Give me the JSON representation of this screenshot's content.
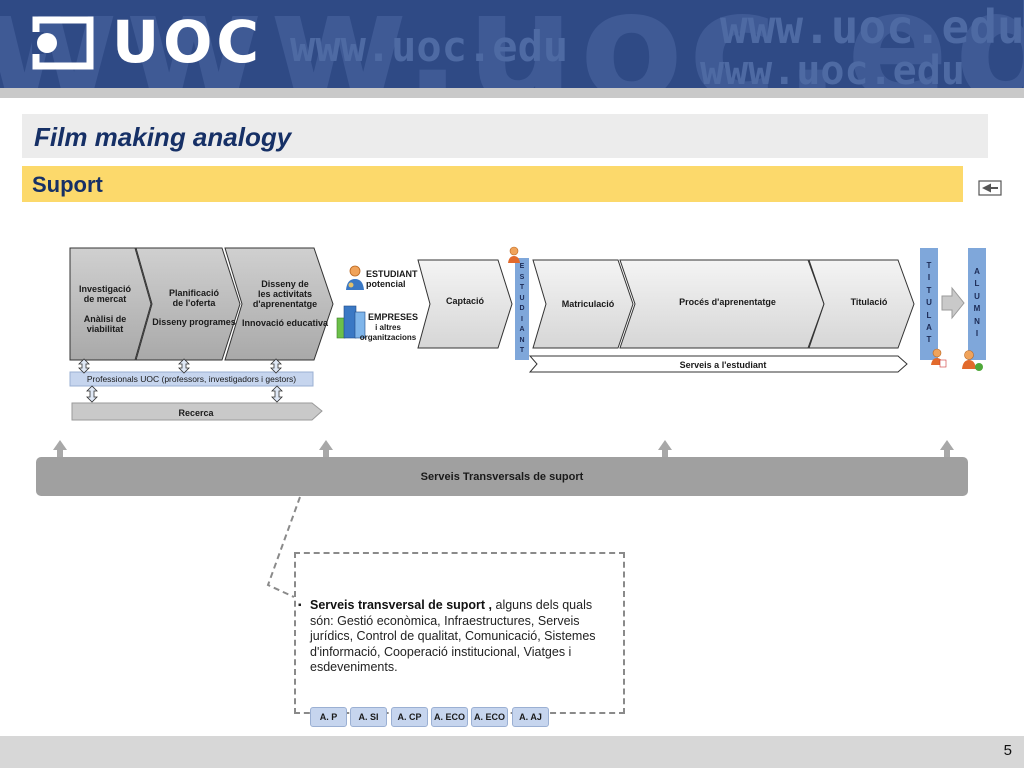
{
  "header": {
    "logo_text": "UOC",
    "url_text": "www.uoc.edu",
    "ghost_text": "www.uoc.edu"
  },
  "title": "Film making analogy",
  "subtitle": "Suport",
  "icons": {
    "logo": "uoc-logo-icon",
    "back": "back-arrow-icon",
    "student": "person-icon",
    "companies": "buildings-icon",
    "certificate": "certificate-person-icon",
    "alumni": "recycle-person-icon"
  },
  "colors": {
    "header_bg": "#2f4a85",
    "subtitle_bg": "#fcd96b",
    "process_blue": "#7fa7da",
    "service_bar": "#a0a0a0",
    "tag_bg": "#c6d5ee"
  },
  "diagram": {
    "planning_steps": [
      {
        "title": "Investigació\nde mercat",
        "subtitle": "Anàlisi de\nviabilitat"
      },
      {
        "title": "Planificació\nde l'oferta",
        "subtitle": "Disseny programes"
      },
      {
        "title": "Disseny de\nles activitats\nd'aprenentatge",
        "subtitle": "Innovació educativa"
      }
    ],
    "professionals_bar": "Professionals UOC (professors, investigadors i gestors)",
    "research_bar": "Recerca",
    "audience": {
      "student": "ESTUDIANT\npotencial",
      "companies_title": "EMPRESES",
      "companies_sub": "i altres\norganitzacions"
    },
    "process_steps": [
      "Captació",
      "Matriculació",
      "Procés d'aprenentatge",
      "Titulació"
    ],
    "vertical_labels": {
      "student": "E\nS\nT\nU\nD\nI\nA\nN\nT",
      "graduate": "T\nI\nT\nU\nL\nA\nT",
      "alumni": "A\nL\nU\nM\nN\nI"
    },
    "student_services_bar": "Serveis a l'estudiant",
    "transversal_bar": "Serveis Transversals de suport"
  },
  "callout": {
    "bold": "Serveis transversal de suport ,",
    "text": " alguns dels quals són: Gestió econòmica, Infraestructures, Serveis jurídics, Control de qualitat, Comunicació, Sistemes d'informació, Cooperació institucional, Viatges i esdeveniments.",
    "tags": [
      "A. P",
      "A. SI",
      "A. CP",
      "A. ECO",
      "A. ECO",
      "A. AJ"
    ]
  },
  "page_number": "5"
}
